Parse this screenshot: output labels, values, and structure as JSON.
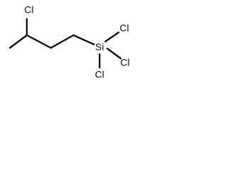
{
  "molecule": {
    "atoms": {
      "cl_top": "Cl",
      "si": "Si",
      "cl_right_top": "Cl",
      "cl_right": "Cl",
      "cl_bottom": "Cl"
    }
  }
}
